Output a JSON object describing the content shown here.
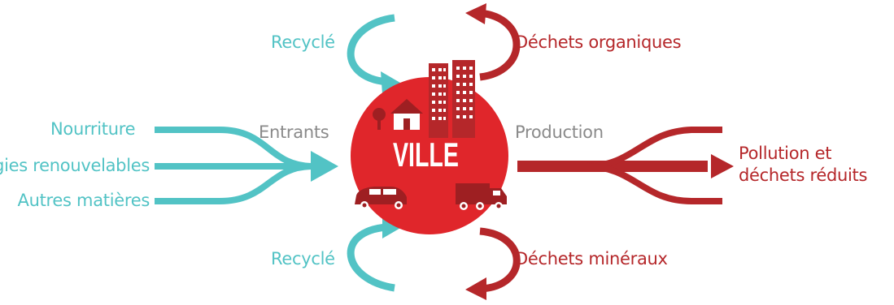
{
  "colors": {
    "teal": "#52c3c5",
    "dark_red": "#b5272a",
    "city_red": "#e0262b",
    "grey": "#8a8a8a"
  },
  "center": {
    "label": "VILLE"
  },
  "inputs": {
    "heading": "Entrants",
    "items": [
      "Nourriture",
      "Énergies renouvelables",
      "Autres matières"
    ]
  },
  "outputs": {
    "heading": "Production",
    "result_line1": "Pollution et",
    "result_line2": "déchets réduits"
  },
  "loops": {
    "top_recycled": "Recyclé",
    "top_waste": "Déchets organiques",
    "bottom_recycled": "Recyclé",
    "bottom_waste": "Déchets minéraux"
  },
  "icons": [
    "buildings-icon",
    "house-icon",
    "tree-icon",
    "car-icon",
    "truck-icon"
  ]
}
